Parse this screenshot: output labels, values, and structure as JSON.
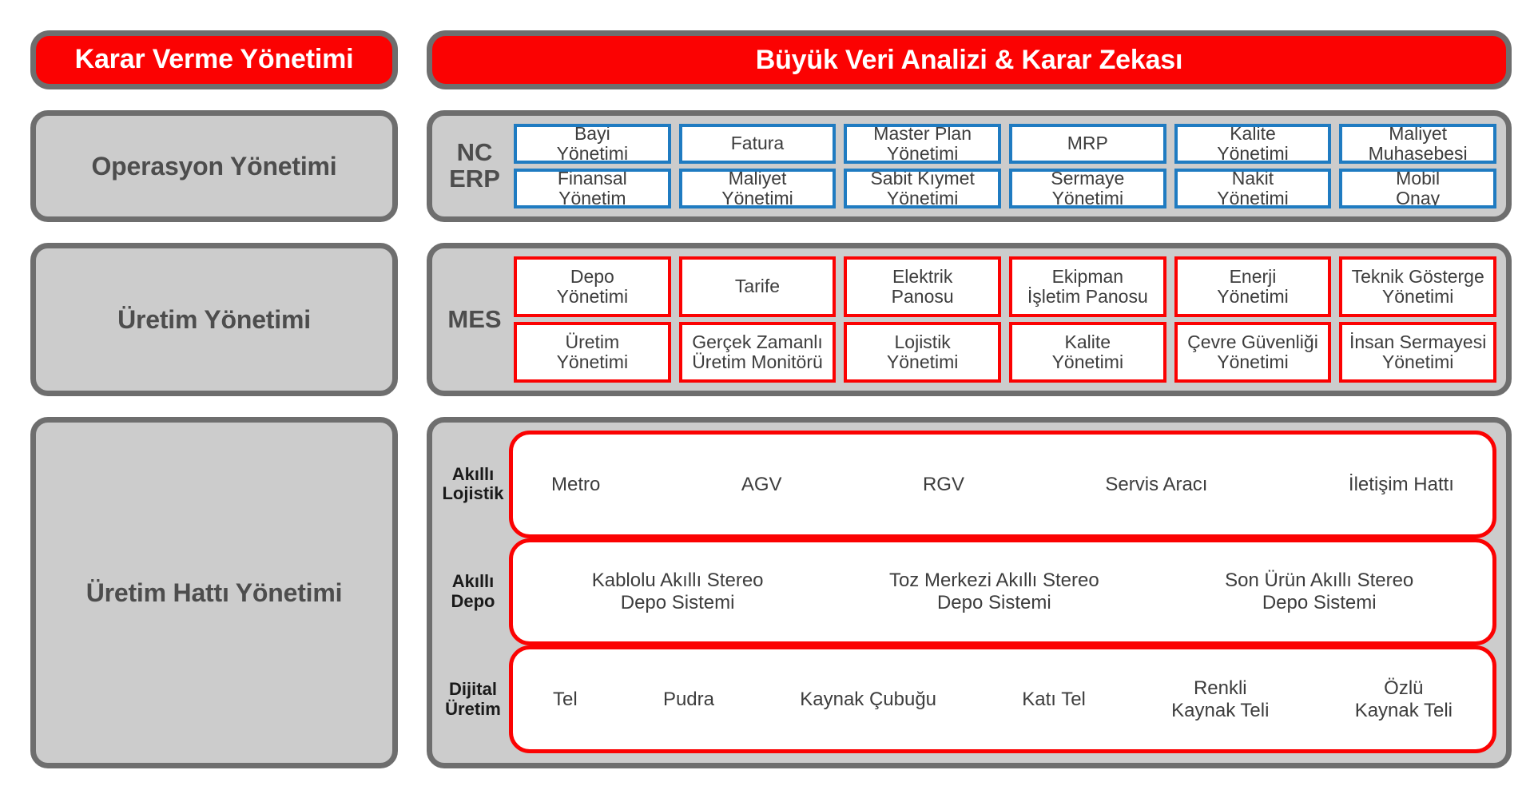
{
  "colors": {
    "accent_red": "#fb0202",
    "border_gray": "#6e6e6e",
    "panel_gray": "#cccccc",
    "cell_blue": "#1f7bc1",
    "text_gray": "#4d4d4d"
  },
  "left_column": {
    "cards": [
      {
        "label": "Karar Verme Yönetimi",
        "style": "red"
      },
      {
        "label": "Operasyon Yönetimi",
        "style": "gray"
      },
      {
        "label": "Üretim Yönetimi",
        "style": "gray"
      },
      {
        "label": "Üretim Hattı Yönetimi",
        "style": "gray"
      }
    ]
  },
  "banner": {
    "title": "Büyük Veri Analizi & Karar Zekası"
  },
  "erp_panel": {
    "tag": "NC\nERP",
    "cells": [
      "Bayi\nYönetimi",
      "Fatura",
      "Master Plan\nYönetimi",
      "MRP",
      "Kalite\nYönetimi",
      "Maliyet\nMuhasebesi",
      "Finansal\nYönetim",
      "Maliyet\nYönetimi",
      "Sabit Kıymet\nYönetimi",
      "Sermaye\nYönetimi",
      "Nakit\nYönetimi",
      "Mobil\nOnay"
    ]
  },
  "mes_panel": {
    "tag": "MES",
    "cells": [
      "Depo\nYönetimi",
      "Tarife",
      "Elektrik\nPanosu",
      "Ekipman\nİşletim Panosu",
      "Enerji\nYönetimi",
      "Teknik Gösterge\nYönetimi",
      "Üretim\nYönetimi",
      "Gerçek Zamanlı\nÜretim Monitörü",
      "Lojistik\nYönetimi",
      "Kalite\nYönetimi",
      "Çevre Güvenliği\nYönetimi",
      "İnsan Sermayesi\nYönetimi"
    ]
  },
  "line_panel": {
    "rows": [
      {
        "tag": "Akıllı\nLojistik",
        "items": [
          "Metro",
          "AGV",
          "RGV",
          "Servis Aracı",
          "İletişim Hattı"
        ]
      },
      {
        "tag": "Akıllı\nDepo",
        "items": [
          "Kablolu Akıllı Stereo\nDepo Sistemi",
          "Toz Merkezi Akıllı Stereo\nDepo Sistemi",
          "Son Ürün Akıllı Stereo\nDepo Sistemi"
        ]
      },
      {
        "tag": "Dijital\nÜretim",
        "items": [
          "Tel",
          "Pudra",
          "Kaynak Çubuğu",
          "Katı Tel",
          "Renkli\nKaynak Teli",
          "Özlü\nKaynak Teli"
        ]
      }
    ]
  }
}
